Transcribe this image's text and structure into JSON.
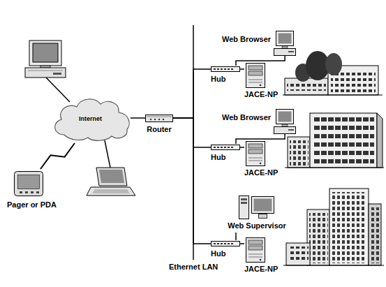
{
  "diagram": {
    "nodes": [
      {
        "text": [
          "Internet"
        ]
      },
      {
        "text": [
          "Router"
        ]
      },
      {
        "text": [
          "Pager or PDA"
        ]
      },
      {
        "text": [
          "Web Browser"
        ]
      },
      {
        "text": [
          "Hub"
        ]
      },
      {
        "text": [
          "JACE-NP"
        ]
      },
      {
        "text": [
          "Web Browser"
        ]
      },
      {
        "text": [
          "Hub"
        ]
      },
      {
        "text": [
          "JACE-NP"
        ]
      },
      {
        "text": [
          "Web Supervisor"
        ]
      },
      {
        "text": [
          "Hub"
        ]
      },
      {
        "text": [
          "JACE-NP"
        ]
      }
    ],
    "edges": [
      {
        "from": 0,
        "to": 1,
        "arrow": "none"
      },
      {
        "from": 2,
        "to": 0,
        "arrow": "none"
      },
      {
        "from": 1,
        "to": 4,
        "arrow": "none"
      },
      {
        "from": 1,
        "to": 7,
        "arrow": "none"
      },
      {
        "from": 1,
        "to": 10,
        "arrow": "none"
      },
      {
        "from": 4,
        "to": 3,
        "arrow": "none"
      },
      {
        "from": 4,
        "to": 5,
        "arrow": "none"
      },
      {
        "from": 7,
        "to": 6,
        "arrow": "none"
      },
      {
        "from": 7,
        "to": 8,
        "arrow": "none"
      },
      {
        "from": 10,
        "to": 9,
        "arrow": "none"
      },
      {
        "from": 10,
        "to": 11,
        "arrow": "none"
      }
    ],
    "labels": [
      "Ethernet LAN"
    ]
  }
}
